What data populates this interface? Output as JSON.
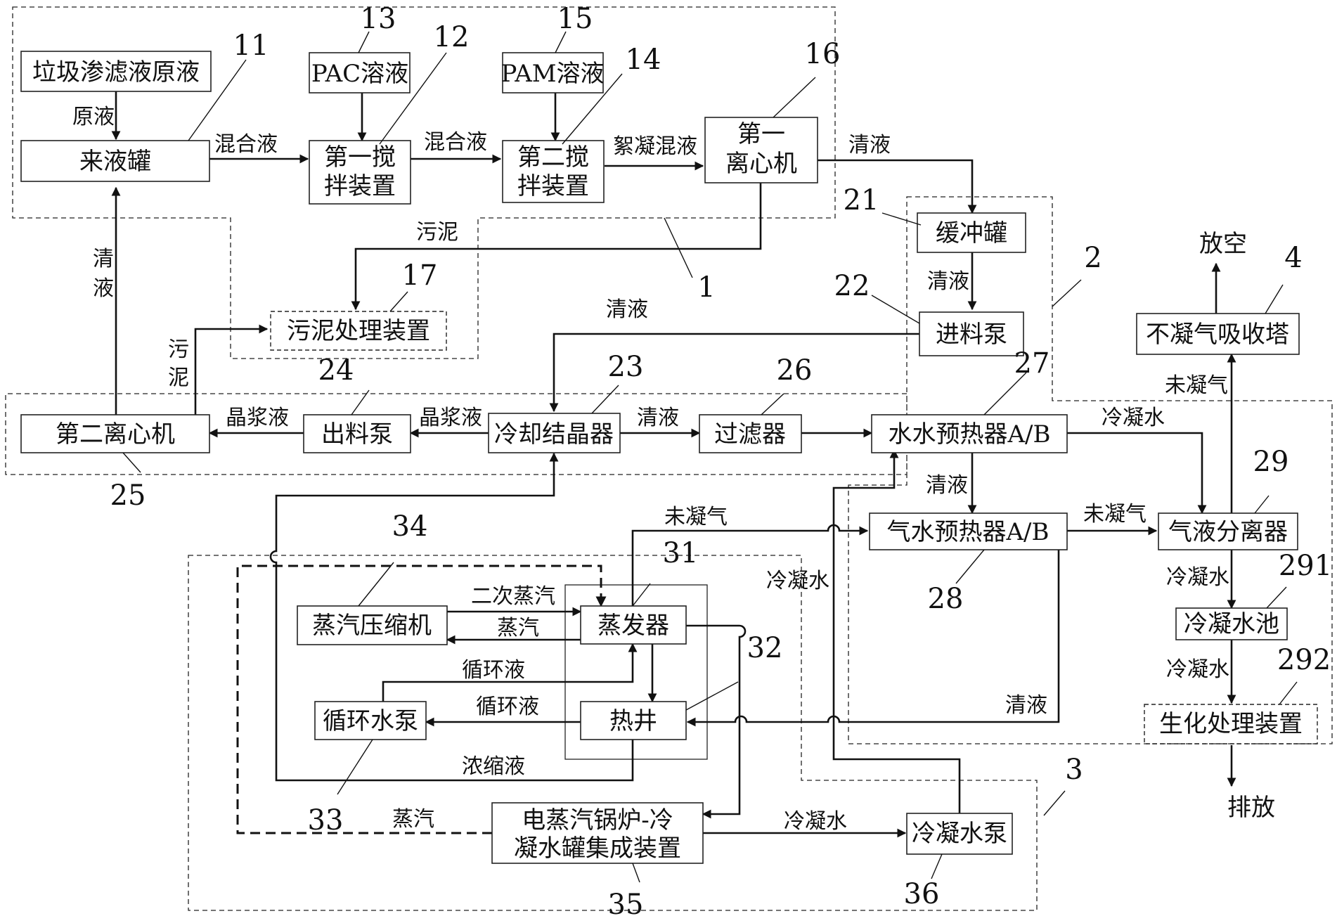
{
  "boxes": {
    "raw_leachate": "垃圾渗滤液原液",
    "inlet_tank": "来液罐",
    "pac_solution": "PAC溶液",
    "mixer1": [
      "第一搅",
      "拌装置"
    ],
    "pam_solution": "PAM溶液",
    "mixer2": [
      "第二搅",
      "拌装置"
    ],
    "centrifuge1": [
      "第一",
      "离心机"
    ],
    "sludge_treatment": "污泥处理装置",
    "buffer_tank": "缓冲罐",
    "feed_pump": "进料泵",
    "noncondensable_tower": "不凝气吸收塔",
    "centrifuge2": "第二离心机",
    "discharge_pump": "出料泵",
    "cooling_crystallizer": "冷却结晶器",
    "filter": "过滤器",
    "ww_preheater": "水水预热器A/B",
    "gw_preheater": "气水预热器A/B",
    "gl_separator": "气液分离器",
    "condensate_pool": "冷凝水池",
    "biochem_treatment": "生化处理装置",
    "vapor_compressor": "蒸汽压缩机",
    "evaporator": "蒸发器",
    "circ_pump": "循环水泵",
    "hotwell": "热井",
    "boiler": [
      "电蒸汽锅炉-冷",
      "凝水罐集成装置"
    ],
    "condensate_pump": "冷凝水泵"
  },
  "flow_labels": {
    "raw": "原液",
    "mix1": "混合液",
    "mix2": "混合液",
    "floc": "絮凝混液",
    "clear_c1": "清液",
    "sludge1": "污泥",
    "clear_return": "清液",
    "sludge2": [
      "污",
      "泥"
    ],
    "clear_buffer": "清液",
    "clear_feed": "清液",
    "vent": "放空",
    "slurry1": "晶浆液",
    "slurry2": "晶浆液",
    "clear_cryst": "清液",
    "condensate_ww": "冷凝水",
    "uncond_tower": "未凝气",
    "clear_ww": "清液",
    "uncond_gw": "未凝气",
    "uncond_evap": "未凝气",
    "condensate_region3": "冷凝水",
    "condensate_sep": "冷凝水",
    "condensate_pool": "冷凝水",
    "secondary_steam": "二次蒸汽",
    "steam_back": "蒸汽",
    "circ_up": "循环液",
    "circ_left": "循环液",
    "clear_hotwell": "清液",
    "concentrate": "浓缩液",
    "steam_boiler": "蒸汽",
    "condensate_boiler": "冷凝水",
    "discharge": "排放"
  },
  "ref_numbers": {
    "n1": "1",
    "n2": "2",
    "n3": "3",
    "n4": "4",
    "n11": "11",
    "n12": "12",
    "n13": "13",
    "n14": "14",
    "n15": "15",
    "n16": "16",
    "n17": "17",
    "n21": "21",
    "n22": "22",
    "n23": "23",
    "n24": "24",
    "n25": "25",
    "n26": "26",
    "n27": "27",
    "n28": "28",
    "n29": "29",
    "n291": "291",
    "n292": "292",
    "n31": "31",
    "n32": "32",
    "n33": "33",
    "n34": "34",
    "n35": "35",
    "n36": "36"
  }
}
